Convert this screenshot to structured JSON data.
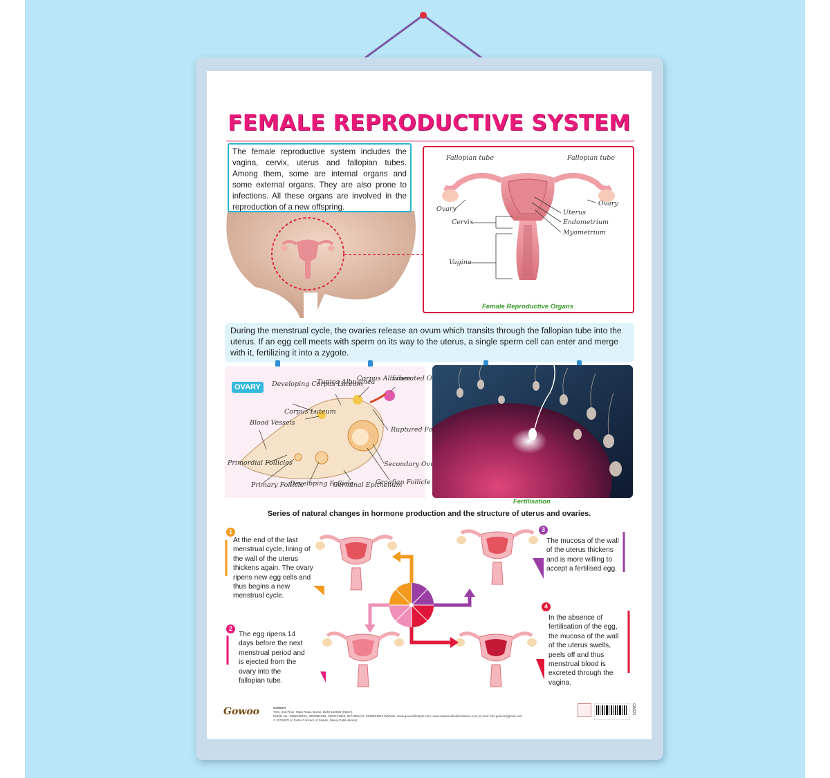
{
  "poster": {
    "title": "FEMALE REPRODUCTIVE SYSTEM",
    "intro": "The female reproductive system includes the vagina, cervix, uterus and fallopian tubes. Among them, some are internal organs and some external organs. They are also prone to infections. All these organs are involved in the reproduction of a new offspring.",
    "organs": {
      "caption": "Female Reproductive Organs",
      "labels": {
        "fallopian_left": "Fallopian tube",
        "fallopian_right": "Fallopian tube",
        "ovary_left": "Ovary",
        "ovary_right": "Ovary",
        "cervix": "Cervix",
        "uterus": "Uterus",
        "endometrium": "Endometrium",
        "myometrium": "Myometrium",
        "vagina": "Vagina"
      }
    },
    "menstrual_text": "During the menstrual cycle, the ovaries release an ovum which transits through the fallopian tube into the uterus. If an egg cell meets with sperm on its way to the uterus, a single sperm cell can enter and merge with it, fertilizing it into a zygote.",
    "ovary": {
      "badge": "OVARY",
      "labels": {
        "developing_corpus_luteum": "Developing Corpus Luteum",
        "tunica_albuginea": "Tunica Albuginea",
        "corpus_albicans": "Corpus Albicans",
        "liberated_ovum": "Liberated Ovum",
        "corpus_luteum": "Corpus Luteum",
        "blood_vessels": "Blood Vessels",
        "ruptured_follicle": "Ruptured Follicle",
        "primordial_follicles": "Primordial Follicles",
        "secondary_ovum": "Secondary Ovum",
        "primary_follicle": "Primary Follicle",
        "developing_follicle": "Developing Follicle",
        "germinal_epithelium": "Germinal Epithelium",
        "graafian_follicle": "Graafian Follicle"
      }
    },
    "fertilisation_caption": "Fertilisation",
    "series_title": "Series of natural changes in hormone production and the structure of uterus and ovaries.",
    "steps": [
      {
        "num": "1",
        "text": "At the end of the last menstrual cycle, lining of the wall of the uterus thickens again. The ovary ripens new egg cells and thus begins a new menstrual cycle.",
        "color": "#f39a1e"
      },
      {
        "num": "2",
        "text": "The egg ripens 14 days before the next menstrual period and is ejected from the ovary into the fallopian tube.",
        "color": "#e8197a"
      },
      {
        "num": "3",
        "text": "The mucosa of the wall of the uterus thickens and is more willing to accept a fertilised egg.",
        "color": "#9a3ea5"
      },
      {
        "num": "4",
        "text": "In the absence of fertilisation of the egg, the mucosa of the wall of the uterus swells, peels off and thus menstrual blood is excreted through the vagina.",
        "color": "#e0173a"
      }
    ],
    "footer": {
      "brand": "Gowoo",
      "company": "GOWOO",
      "line1": "76 E, 2nd Floor, Main Road, Burari, Delhi-110084 (INDIA)",
      "line2": "Mobile No.: 9882108152, 8200861825, 9354441825, 9671662172, 9319534818  Website: www.gowoolifestyle.com, www.sawanonlinebookstore.com, E-mail: info.gowoo@gmail.com",
      "line3": "© GOWOO (A Sister Concern of Sawan, Manoj Publications)",
      "code": "GW123"
    },
    "colors": {
      "title": "#e8197a",
      "intro_border": "#26b5d6",
      "organs_border": "#d91b3d",
      "menstrual_bg": "#dff3fa",
      "background": "#b9e6f8"
    }
  }
}
